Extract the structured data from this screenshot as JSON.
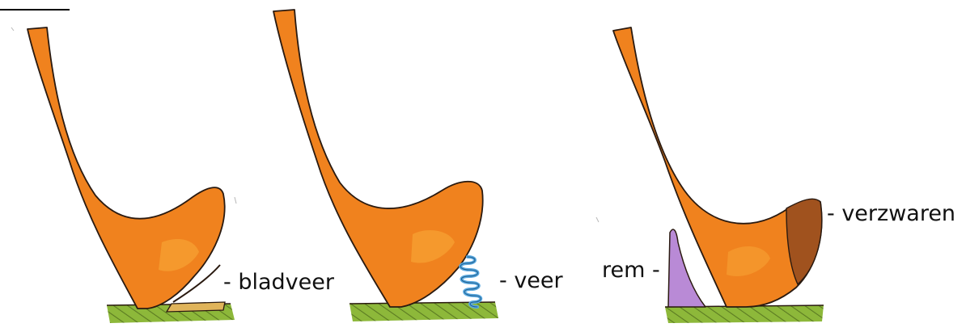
{
  "labels": {
    "bladveer": "- bladveer",
    "veer": "- veer",
    "rem": "rem -",
    "verzwaren": "- verzwaren"
  },
  "colors": {
    "body": "#f0821e",
    "body_highlight": "#f7a233",
    "outline": "#2a1a10",
    "ground": "#8db83a",
    "ground_hatch": "#4f6b1c",
    "leaf_spring": "#e0b45a",
    "coil_spring": "#5aa9e0",
    "brake": "#b98ad6",
    "weight": "#a0521e"
  }
}
